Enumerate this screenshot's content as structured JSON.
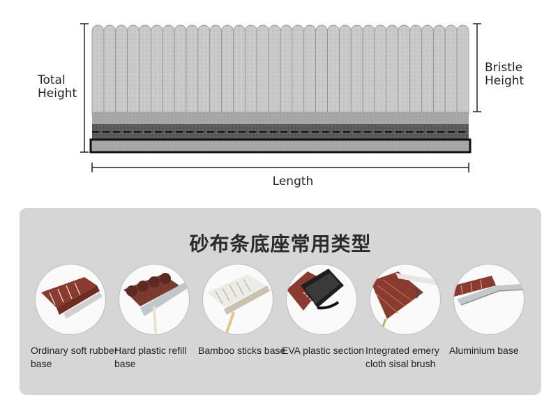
{
  "diagram": {
    "total_height_label": "Total\nHeight",
    "bristle_height_label": "Bristle\nHeight",
    "length_label": "Length"
  },
  "panel": {
    "title": "砂布条底座常用类型",
    "items": [
      {
        "caption": "Ordinary soft rubber base"
      },
      {
        "caption": "Hard plastic refill base"
      },
      {
        "caption": "Bamboo sticks base"
      },
      {
        "caption": "EVA plastic section"
      },
      {
        "caption": "Integrated emery cloth sisal brush"
      },
      {
        "caption": "Aluminium base"
      }
    ]
  },
  "colors": {
    "bristle": "#c4c4c4",
    "base": "#555555",
    "panel_bg": "#d6d6d6",
    "emery": "#8a3a2e"
  }
}
